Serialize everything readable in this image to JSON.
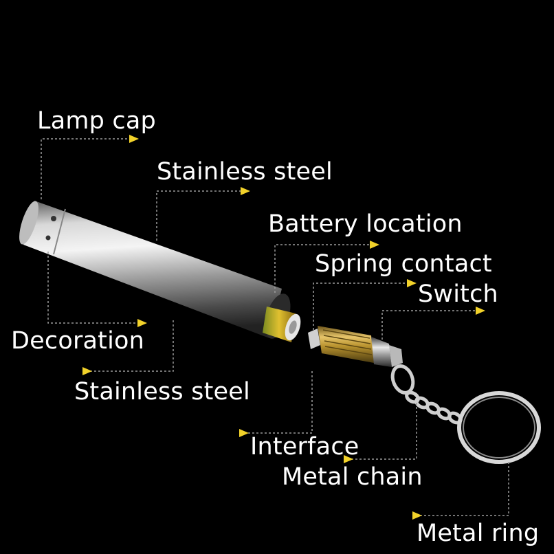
{
  "labels": {
    "lamp_cap": "Lamp cap",
    "stainless_steel_top": "Stainless steel",
    "battery_location": "Battery location",
    "spring_contact": "Spring contact",
    "switch": "Switch",
    "decoration": "Decoration",
    "stainless_steel_bottom": "Stainless steel",
    "interface": "Interface",
    "metal_chain": "Metal chain",
    "metal_ring": "Metal ring"
  },
  "colors": {
    "background": "#000000",
    "label_text": "#ffffff",
    "arrow": "#f2d22a",
    "leader_line": "#9a9a9a"
  }
}
